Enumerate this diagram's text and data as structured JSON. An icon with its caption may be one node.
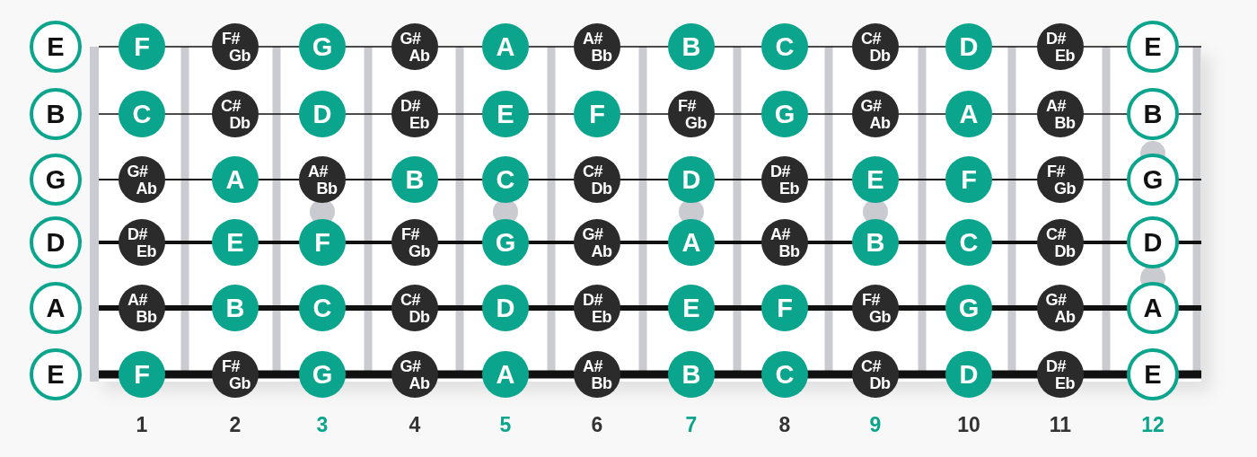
{
  "diagram": {
    "nodes": [
      {
        "text": [
          "E"
        ]
      },
      {
        "text": [
          "F"
        ]
      },
      {
        "text": [
          "F#",
          "Gb"
        ]
      },
      {
        "text": [
          "G"
        ]
      },
      {
        "text": [
          "G#",
          "Ab"
        ]
      },
      {
        "text": [
          "A"
        ]
      },
      {
        "text": [
          "A#",
          "Bb"
        ]
      },
      {
        "text": [
          "B"
        ]
      },
      {
        "text": [
          "C"
        ]
      },
      {
        "text": [
          "C#",
          "Db"
        ]
      },
      {
        "text": [
          "D"
        ]
      },
      {
        "text": [
          "D#",
          "Eb"
        ]
      },
      {
        "text": [
          "E"
        ]
      },
      {
        "text": [
          "B"
        ]
      },
      {
        "text": [
          "C"
        ]
      },
      {
        "text": [
          "C#",
          "Db"
        ]
      },
      {
        "text": [
          "D"
        ]
      },
      {
        "text": [
          "D#",
          "Eb"
        ]
      },
      {
        "text": [
          "E"
        ]
      },
      {
        "text": [
          "F"
        ]
      },
      {
        "text": [
          "F#",
          "Gb"
        ]
      },
      {
        "text": [
          "G"
        ]
      },
      {
        "text": [
          "G#",
          "Ab"
        ]
      },
      {
        "text": [
          "A"
        ]
      },
      {
        "text": [
          "A#",
          "Bb"
        ]
      },
      {
        "text": [
          "B"
        ]
      },
      {
        "text": [
          "G"
        ]
      },
      {
        "text": [
          "G#",
          "Ab"
        ]
      },
      {
        "text": [
          "A"
        ]
      },
      {
        "text": [
          "A#",
          "Bb"
        ]
      },
      {
        "text": [
          "B"
        ]
      },
      {
        "text": [
          "C"
        ]
      },
      {
        "text": [
          "C#",
          "Db"
        ]
      },
      {
        "text": [
          "D"
        ]
      },
      {
        "text": [
          "D#",
          "Eb"
        ]
      },
      {
        "text": [
          "E"
        ]
      },
      {
        "text": [
          "F"
        ]
      },
      {
        "text": [
          "F#",
          "Gb"
        ]
      },
      {
        "text": [
          "G"
        ]
      },
      {
        "text": [
          "D"
        ]
      },
      {
        "text": [
          "D#",
          "Eb"
        ]
      },
      {
        "text": [
          "E"
        ]
      },
      {
        "text": [
          "F"
        ]
      },
      {
        "text": [
          "F#",
          "Gb"
        ]
      },
      {
        "text": [
          "G"
        ]
      },
      {
        "text": [
          "G#",
          "Ab"
        ]
      },
      {
        "text": [
          "A"
        ]
      },
      {
        "text": [
          "A#",
          "Bb"
        ]
      },
      {
        "text": [
          "B"
        ]
      },
      {
        "text": [
          "C"
        ]
      },
      {
        "text": [
          "C#",
          "Db"
        ]
      },
      {
        "text": [
          "D"
        ]
      },
      {
        "text": [
          "A"
        ]
      },
      {
        "text": [
          "A#",
          "Bb"
        ]
      },
      {
        "text": [
          "B"
        ]
      },
      {
        "text": [
          "C"
        ]
      },
      {
        "text": [
          "C#",
          "Db"
        ]
      },
      {
        "text": [
          "D"
        ]
      },
      {
        "text": [
          "D#",
          "Eb"
        ]
      },
      {
        "text": [
          "E"
        ]
      },
      {
        "text": [
          "F"
        ]
      },
      {
        "text": [
          "F#",
          "Gb"
        ]
      },
      {
        "text": [
          "G"
        ]
      },
      {
        "text": [
          "G#",
          "Ab"
        ]
      },
      {
        "text": [
          "A"
        ]
      },
      {
        "text": [
          "E"
        ]
      },
      {
        "text": [
          "F"
        ]
      },
      {
        "text": [
          "F#",
          "Gb"
        ]
      },
      {
        "text": [
          "G"
        ]
      },
      {
        "text": [
          "G#",
          "Ab"
        ]
      },
      {
        "text": [
          "A"
        ]
      },
      {
        "text": [
          "A#",
          "Bb"
        ]
      },
      {
        "text": [
          "B"
        ]
      },
      {
        "text": [
          "C"
        ]
      },
      {
        "text": [
          "C#",
          "Db"
        ]
      },
      {
        "text": [
          "D"
        ]
      },
      {
        "text": [
          "D#",
          "Eb"
        ]
      },
      {
        "text": [
          "E"
        ]
      }
    ],
    "labels": [
      "1",
      "2",
      "3",
      "4",
      "5",
      "6",
      "7",
      "8",
      "9",
      "10",
      "11",
      "12"
    ]
  }
}
